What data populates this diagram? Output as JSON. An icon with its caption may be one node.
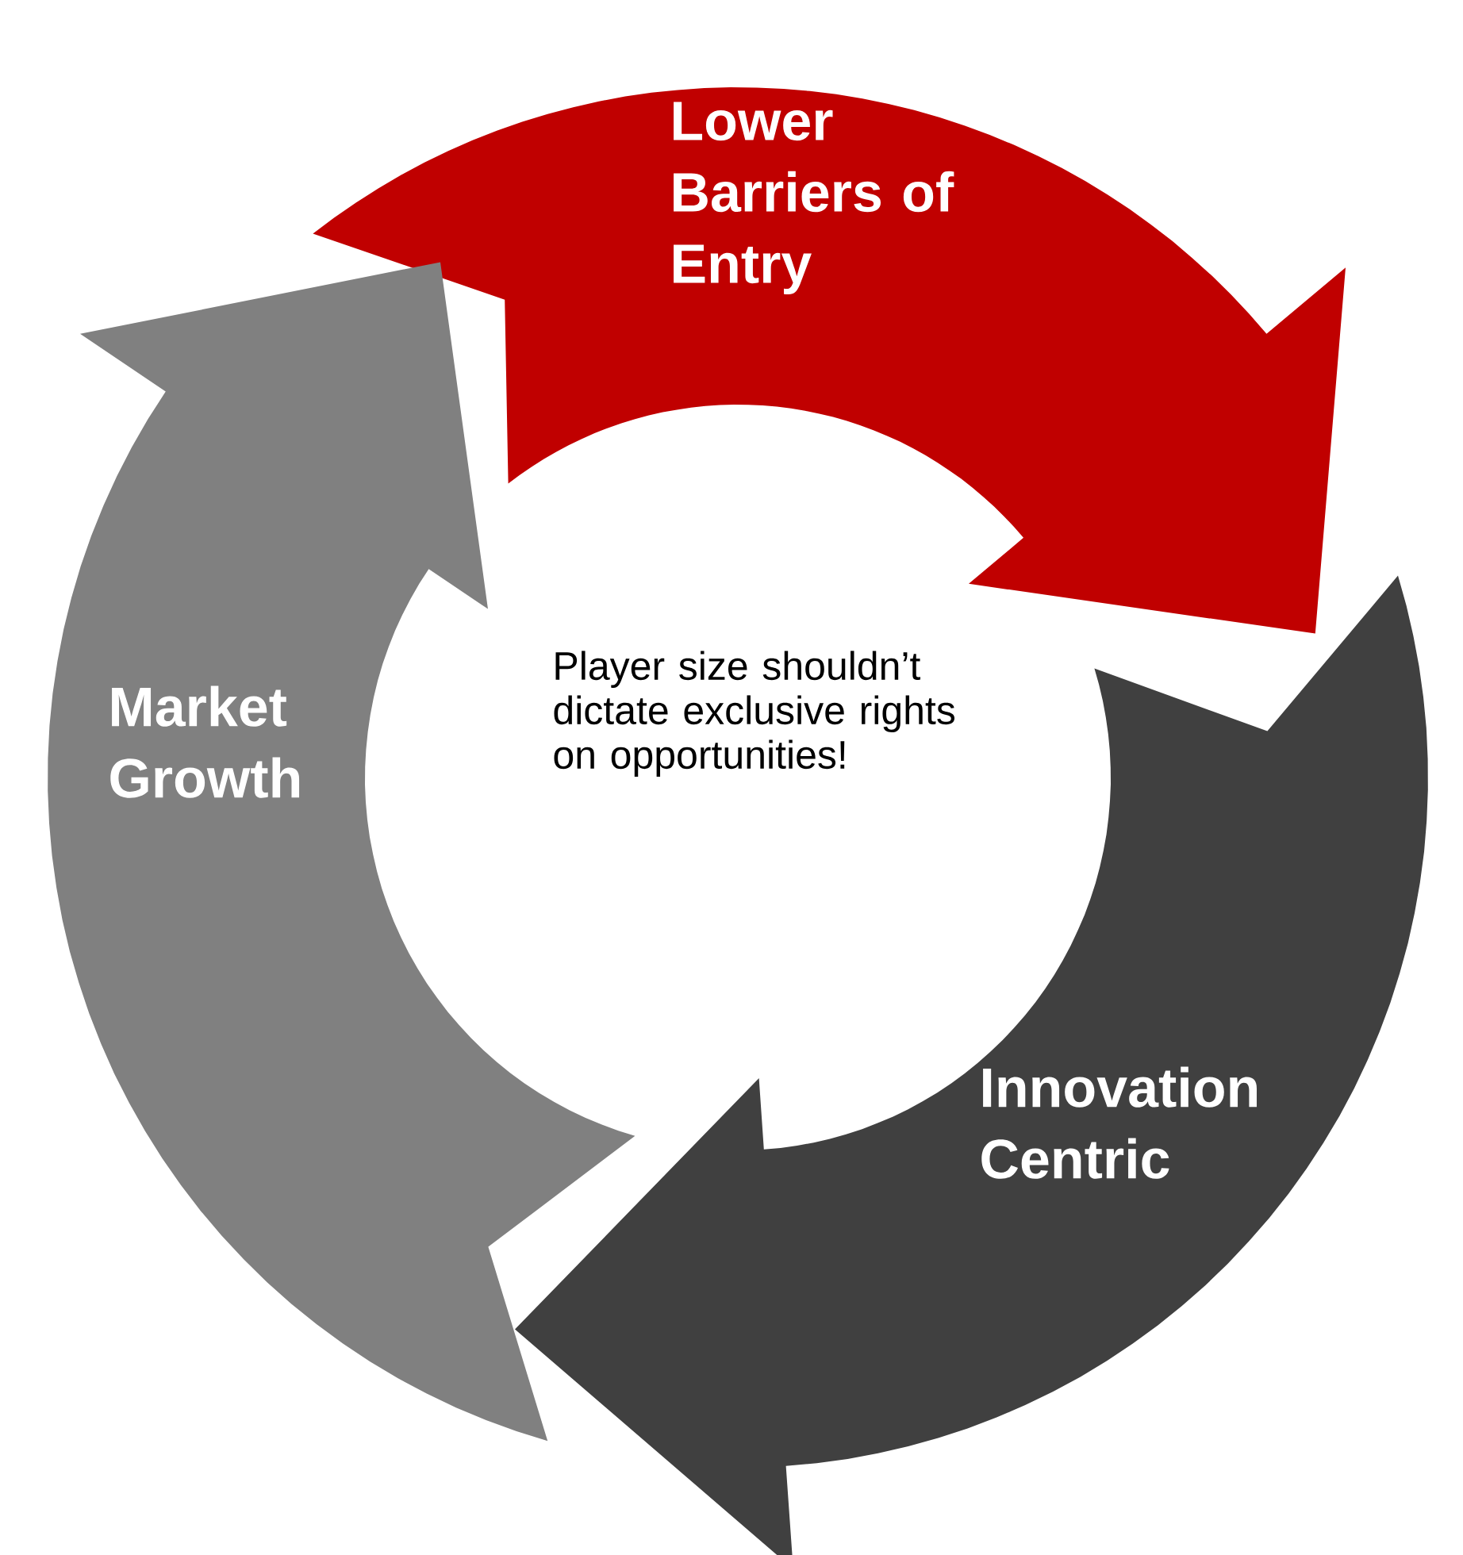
{
  "diagram": {
    "nodes": [
      {
        "text": [
          "Lower Barriers of Entry"
        ]
      },
      {
        "text": [
          "Market Growth"
        ]
      },
      {
        "text": [
          "Innovation Centric"
        ]
      }
    ],
    "labels": [
      "Player size shouldn’t dictate exclusive rights on opportunities!"
    ]
  }
}
